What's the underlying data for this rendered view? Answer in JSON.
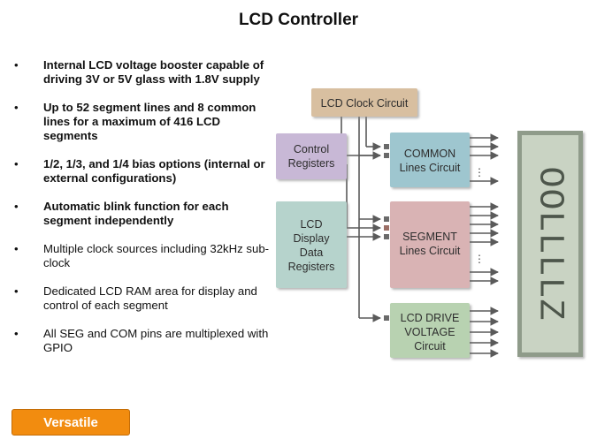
{
  "title": "LCD Controller",
  "bullets": [
    {
      "text": "Internal  LCD voltage booster capable of driving  3V or 5V glass with 1.8V supply",
      "bold": true
    },
    {
      "text": "Up to 52 segment lines and 8 common lines for a maximum of 416 LCD segments",
      "bold": true
    },
    {
      "text": "1/2, 1/3, and 1/4 bias options (internal or external configurations)",
      "bold": true
    },
    {
      "text": "Automatic blink function for each segment independently",
      "bold": true
    },
    {
      "text": "Multiple  clock sources including 32kHz  sub-clock",
      "bold": false
    },
    {
      "text": "Dedicated LCD RAM area for display and control of each segment",
      "bold": false
    },
    {
      "text": "All SEG and COM pins are multiplexed  with GPIO",
      "bold": false
    }
  ],
  "bullet_symbol": "•",
  "button": {
    "label": "Versatile"
  },
  "diagram": {
    "clock": "LCD Clock Circuit",
    "control": [
      "Control",
      "Registers"
    ],
    "data": [
      "LCD",
      "Display",
      "Data",
      "Registers"
    ],
    "common": [
      "COMMON",
      "Lines Circuit"
    ],
    "segment": [
      "SEGMENT",
      "Lines Circuit"
    ],
    "drive": [
      "LCD DRIVE",
      "VOLTAGE",
      "Circuit"
    ],
    "ellipsis": "⋮",
    "lcd_glyphs": "OOLLLLZ"
  },
  "colors": {
    "clock": "#d8bfa0",
    "control": "#c8b8d6",
    "data": "#b6d3cc",
    "common": "#9ec6cf",
    "segment": "#d9b3b4",
    "drive": "#b8d2b1",
    "lcd": "#c9d3c3",
    "accent": "#f28c0f",
    "lines": "#5a5a5a"
  }
}
